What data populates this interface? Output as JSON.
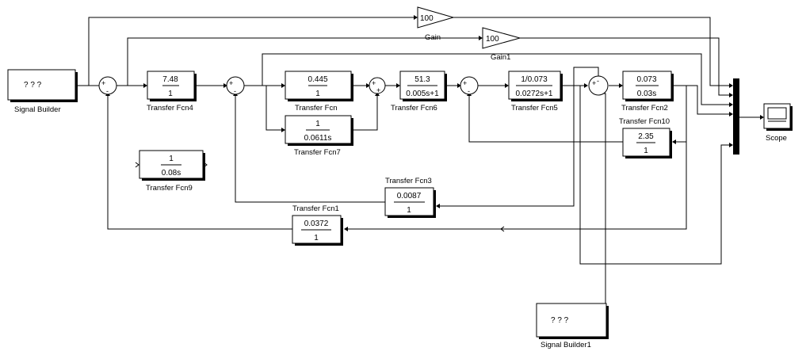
{
  "signal_builder": {
    "content": "? ? ?",
    "name": "Signal Builder"
  },
  "signal_builder1": {
    "content": "? ? ?",
    "name": "Signal Builder1"
  },
  "gain": {
    "value": "100",
    "name": "Gain"
  },
  "gain1": {
    "value": "100",
    "name": "Gain1"
  },
  "tf4": {
    "num": "7.48",
    "den": "1",
    "name": "Transfer Fcn4"
  },
  "tf": {
    "num": "0.445",
    "den": "1",
    "name": "Transfer Fcn"
  },
  "tf7": {
    "num": "1",
    "den": "0.0611s",
    "name": "Transfer Fcn7"
  },
  "tf6": {
    "num": "51.3",
    "den": "0.005s+1",
    "name": "Transfer Fcn6"
  },
  "tf5": {
    "num": "1/0.073",
    "den": "0.0272s+1",
    "name": "Transfer Fcn5"
  },
  "tf2": {
    "num": "0.073",
    "den": "0.03s",
    "name": "Transfer Fcn2"
  },
  "tf10": {
    "num": "2.35",
    "den": "1",
    "name": "Transfer Fcn10"
  },
  "tf9": {
    "num": "1",
    "den": "0.08s",
    "name": "Transfer Fcn9"
  },
  "tf3": {
    "num": "0.0087",
    "den": "1",
    "name": "Transfer Fcn3"
  },
  "tf1": {
    "num": "0.0372",
    "den": "1",
    "name": "Transfer Fcn1"
  },
  "scope": {
    "name": "Scope"
  },
  "signs": {
    "plus": "+",
    "minus": "-"
  }
}
